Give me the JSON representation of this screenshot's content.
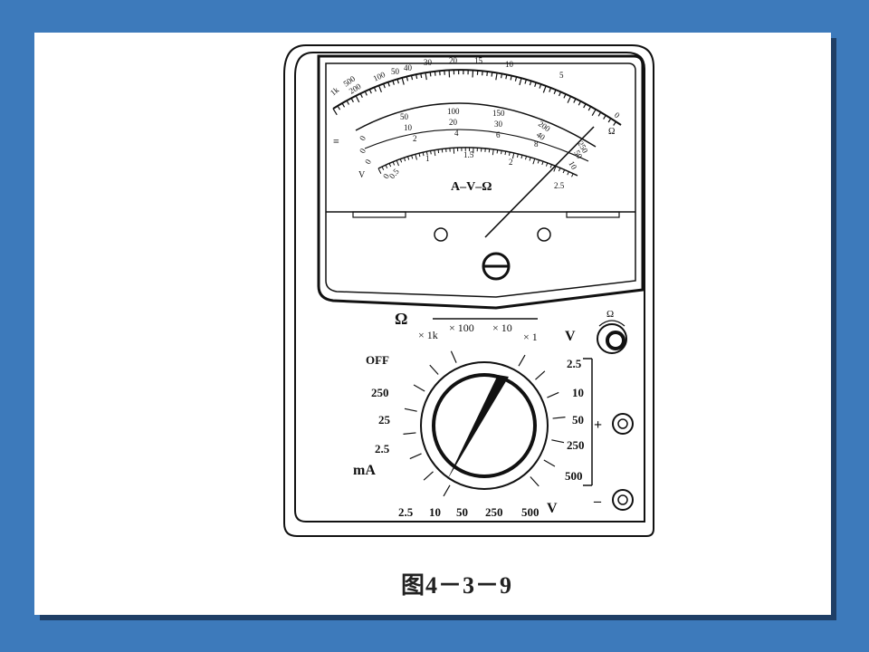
{
  "caption": "图4－3－9",
  "meter": {
    "dial_label": "A–V–Ω",
    "ohm_scale_labels": [
      "1k",
      "500",
      "200",
      "100",
      "50",
      "40",
      "30",
      "20",
      "15",
      "10",
      "5",
      "0"
    ],
    "ohm_scale_unit": "Ω",
    "dc_scale_labels": [
      "0",
      "50",
      "100",
      "150",
      "200",
      "250"
    ],
    "mid_scale_labels": [
      "0",
      "10",
      "20",
      "30",
      "40",
      "50"
    ],
    "mid2_scale_labels": [
      "0",
      "2",
      "4",
      "6",
      "8",
      "10"
    ],
    "ac_scale_labels": [
      "0",
      "0.5",
      "1",
      "1.5",
      "2",
      "2.5"
    ],
    "scale_marks": [
      "≡",
      "V"
    ],
    "selector": {
      "ohm_symbol": "Ω",
      "ohm_ranges": [
        "× 1k",
        "× 100",
        "× 10",
        "× 1"
      ],
      "left_labels": [
        "OFF",
        "250",
        "25",
        "2.5",
        "mA"
      ],
      "right_labels": [
        "2.5",
        "10",
        "50",
        "250",
        "500"
      ],
      "bottom_labels": [
        "2.5",
        "10",
        "50",
        "250",
        "500",
        "V"
      ],
      "v_symbol_top": "V",
      "adjust_symbol": "Ω",
      "plus": "+",
      "minus": "–"
    }
  }
}
